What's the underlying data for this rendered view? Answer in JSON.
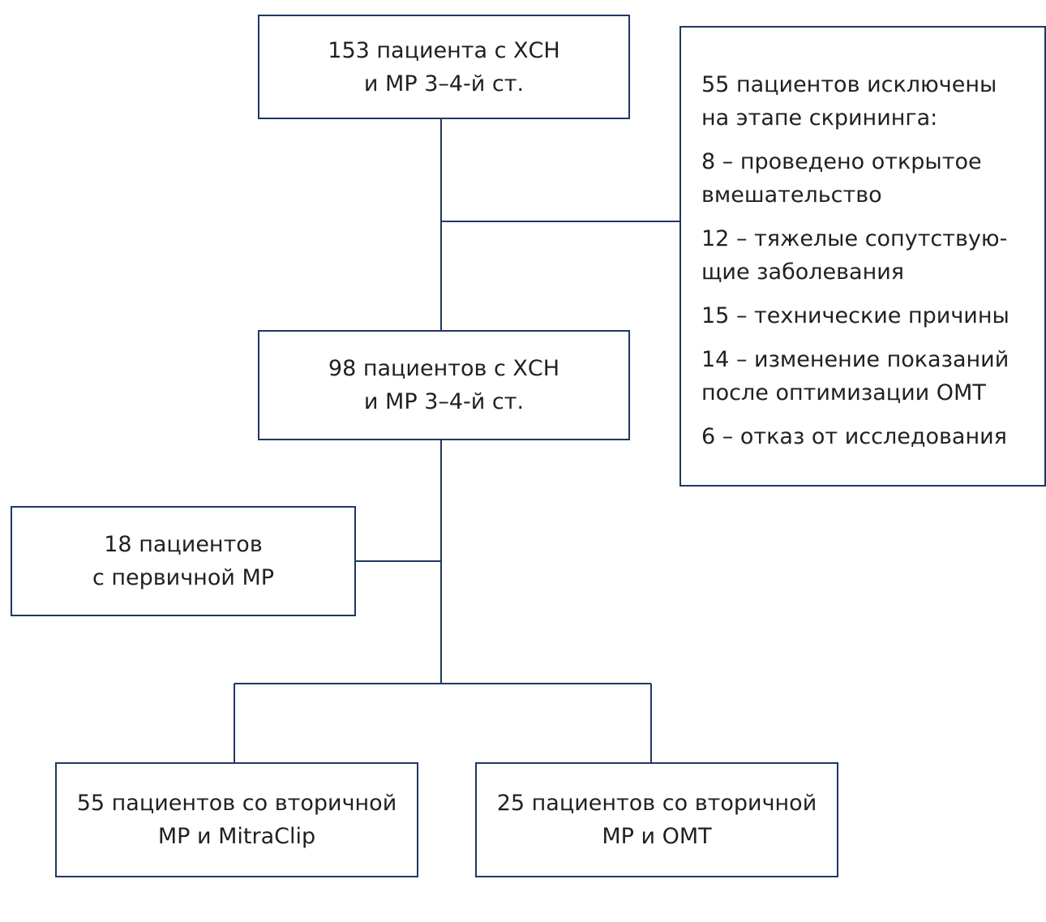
{
  "diagram": {
    "colors": {
      "border": "#1f3864",
      "text": "#231f20",
      "background": "#ffffff"
    },
    "nodes": {
      "screened": {
        "lines": [
          "153 пациента с ХСН",
          "и МР 3–4-й ст."
        ]
      },
      "excluded": {
        "groups": [
          [
            "55 пациентов исключены",
            "на этапе скрининга:"
          ],
          [
            "8 – проведено открытое",
            "вмешательство"
          ],
          [
            "12 – тяжелые сопутствую-",
            "щие заболевания"
          ],
          [
            "15 – технические причины"
          ],
          [
            "14 – изменение показаний",
            "после оптимизации ОМТ"
          ],
          [
            "6 – отказ от исследования"
          ]
        ]
      },
      "included": {
        "lines": [
          "98 пациентов с ХСН",
          "и МР 3–4-й ст."
        ]
      },
      "primary_mr": {
        "lines": [
          "18 пациентов",
          "с первичной МР"
        ]
      },
      "mitraclip_group": {
        "lines": [
          "55 пациентов со вторичной",
          "МР и MitraClip"
        ]
      },
      "omt_group": {
        "lines": [
          "25 пациентов со вторичной",
          "МР и ОМТ"
        ]
      }
    }
  }
}
